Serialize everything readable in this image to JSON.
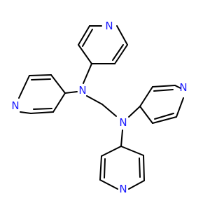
{
  "molecule": {
    "atoms": {
      "n_top_ring": "N",
      "n_left_ring": "N",
      "n_amine_upper": "N",
      "n_right_ring": "N",
      "n_amine_lower": "N",
      "n_bottom_ring": "N"
    }
  },
  "colors": {
    "bond": "#000000",
    "nitrogen": "#1a1aff",
    "background": "#ffffff"
  }
}
